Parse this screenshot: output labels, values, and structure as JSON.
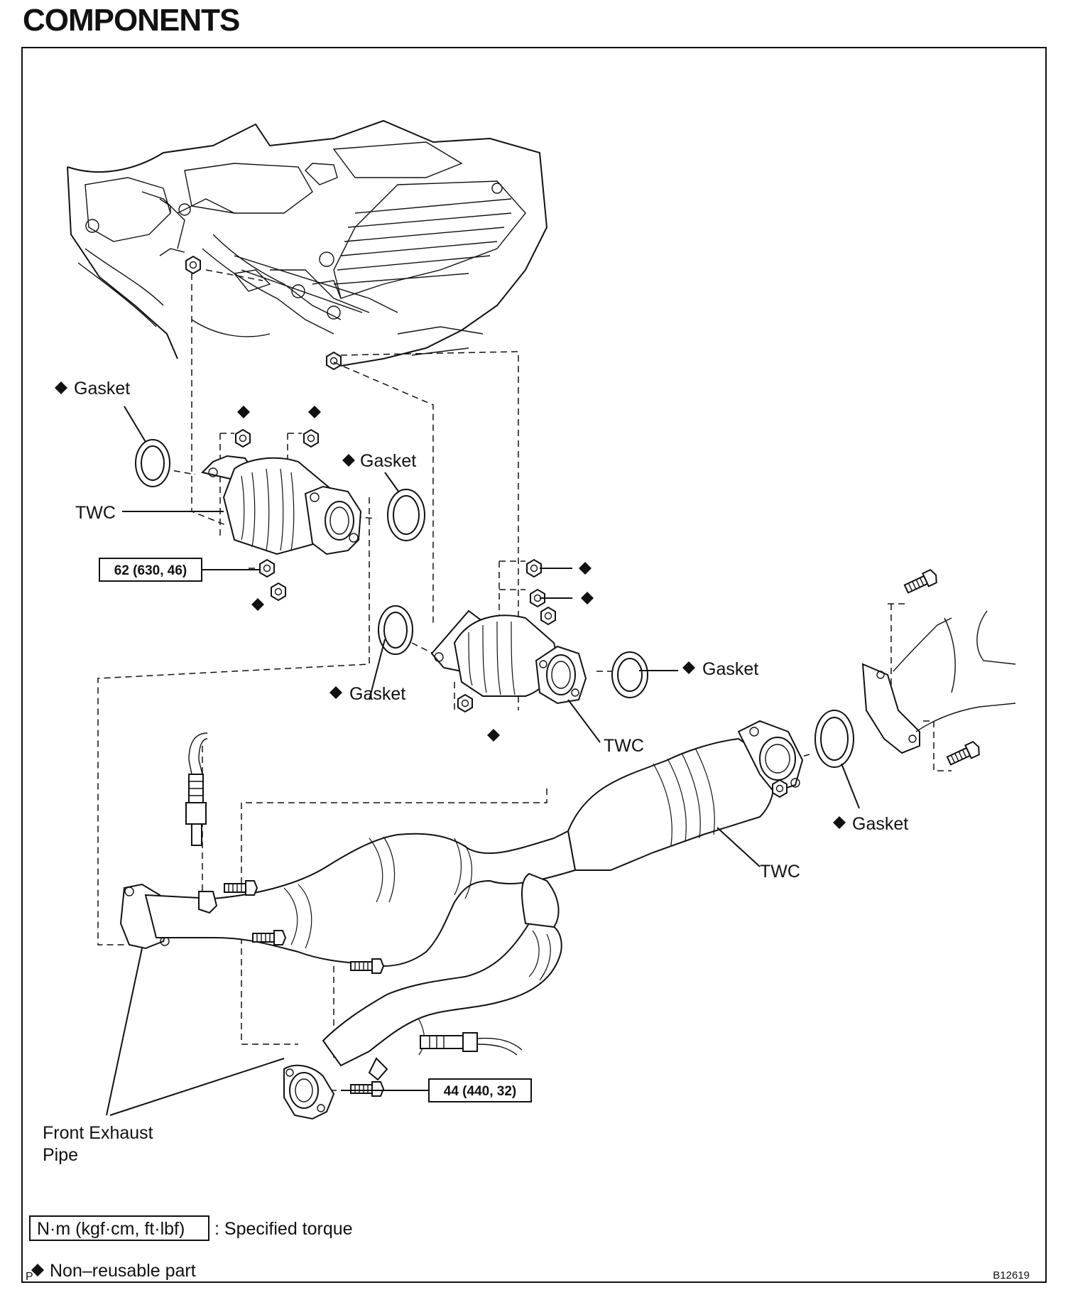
{
  "title": "COMPONENTS",
  "labels": {
    "gasket": "Gasket",
    "twc": "TWC",
    "front_exhaust_pipe_line1": "Front Exhaust",
    "front_exhaust_pipe_line2": "Pipe"
  },
  "torque_values": {
    "twc_nut": "62 (630, 46)",
    "pipe_bolt": "44 (440, 32)"
  },
  "legend": {
    "torque_units": "N·m (kgf·cm, ft·lbf)",
    "torque_desc": ": Specified torque",
    "nonreusable": "Non–reusable part"
  },
  "footer": {
    "corner_letter": "P",
    "figure_id": "B12619"
  },
  "icons": {
    "non_reusable_mark": "black-diamond"
  }
}
